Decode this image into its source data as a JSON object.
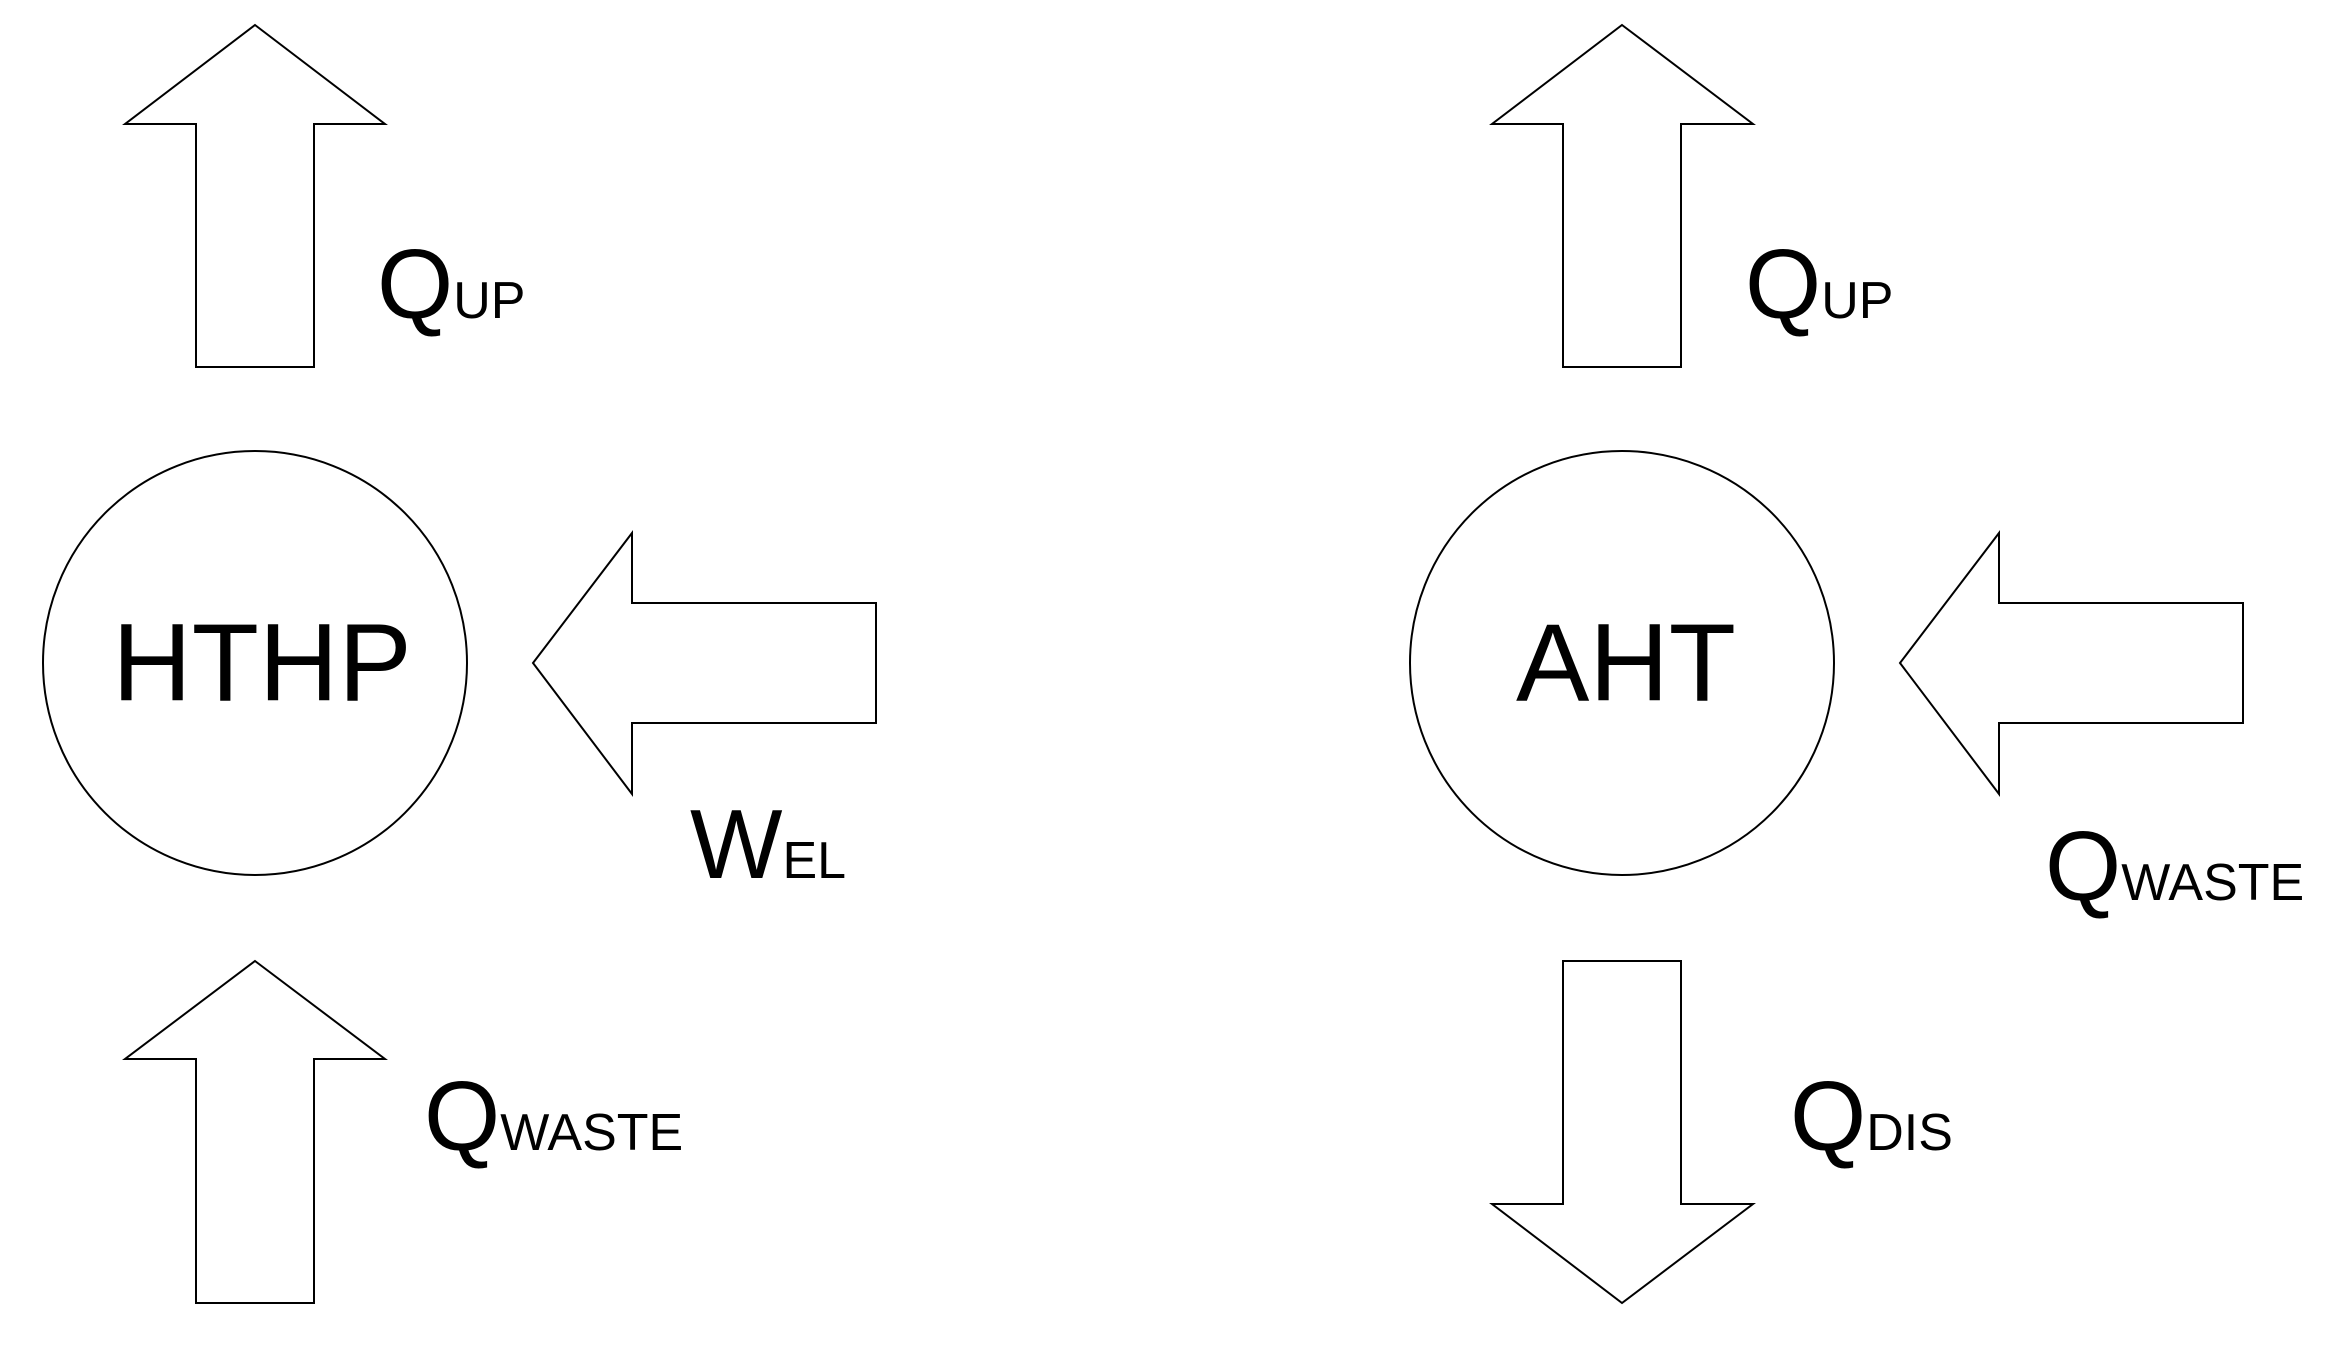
{
  "nodes": {
    "hthp": "HTHP",
    "aht": "AHT"
  },
  "labels": {
    "hthp_up": {
      "main": "Q",
      "sub": "UP"
    },
    "hthp_el": {
      "main": "W",
      "sub": "EL"
    },
    "hthp_waste": {
      "main": "Q",
      "sub": "WASTE"
    },
    "aht_up": {
      "main": "Q",
      "sub": "UP"
    },
    "aht_waste": {
      "main": "Q",
      "sub": "WASTE"
    },
    "aht_dis": {
      "main": "Q",
      "sub": "DIS"
    }
  }
}
